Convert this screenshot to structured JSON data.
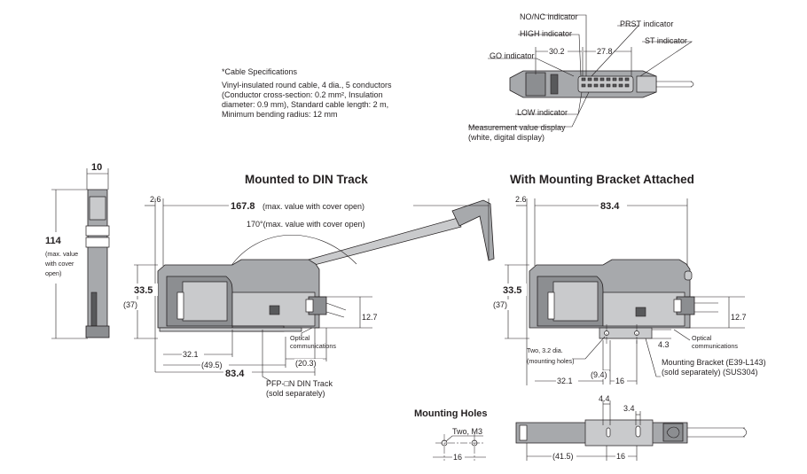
{
  "titles": {
    "din": "Mounted to DIN Track",
    "bracket": "With Mounting Bracket Attached",
    "holes": "Mounting Holes"
  },
  "cable_spec": {
    "heading": "*Cable Specifications",
    "lines": [
      "Vinyl-insulated round cable, 4 dia., 5 conductors",
      "(Conductor cross-section: 0.2 mm², Insulation",
      "diameter: 0.9 mm), Standard cable length: 2 m,",
      "Minimum bending radius: 12 mm"
    ]
  },
  "indicators": {
    "nonc": "NO/NC indicator",
    "prst": "PRST indicator",
    "high": "HIGH indicator",
    "st": "ST indicator",
    "go": "GO indicator",
    "low": "LOW indicator",
    "display_1": "Measurement value display",
    "display_2": "(white, digital display)",
    "dim_a": "30.2",
    "dim_b": "27.8"
  },
  "side_view": {
    "width": "10",
    "height": "114",
    "note_1": "(max. value",
    "note_2": "with cover",
    "note_3": "open)"
  },
  "din_view": {
    "d_left": "2.6",
    "d_open_value": "167.8",
    "d_open_note": "(max. value with cover open)",
    "angle_note": "170°(max. value with cover open)",
    "height": "33.5",
    "height_ref": "(37)",
    "d_right": "12.7",
    "d_321": "32.1",
    "d_495": "(49.5)",
    "d_203": "(20.3)",
    "d_total": "83.4",
    "optical_1": "Optical",
    "optical_2": "communications",
    "track_1": "PFP-□N DIN Track",
    "track_2": "(sold separately)"
  },
  "bracket_view": {
    "d_left": "2.6",
    "d_total": "83.4",
    "height": "33.5",
    "height_ref": "(37)",
    "d_right": "12.7",
    "d_43": "4.3",
    "optical_1": "Optical",
    "optical_2": "communications",
    "holes_1": "Two, 3.2 dia.",
    "holes_2": "(mounting holes)",
    "d_321": "32.1",
    "d_94": "(9.4)",
    "d_16": "16",
    "bracket_1": "Mounting Bracket (E39-L143)",
    "bracket_2": "(sold separately) (SUS304)"
  },
  "holes_view": {
    "label": "Two, M3",
    "d_16": "16"
  },
  "bottom_view": {
    "d_44": "4.4",
    "d_34": "3.4",
    "d_415": "(41.5)",
    "d_16": "16"
  }
}
